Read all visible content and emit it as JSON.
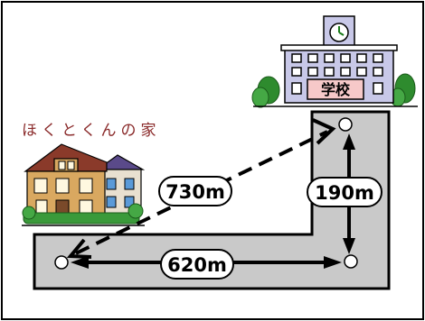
{
  "labels": {
    "home": "ほくとくんの家",
    "school": "学校"
  },
  "distances": {
    "diagonal": "730m",
    "vertical": "190m",
    "horizontal": "620m"
  }
}
